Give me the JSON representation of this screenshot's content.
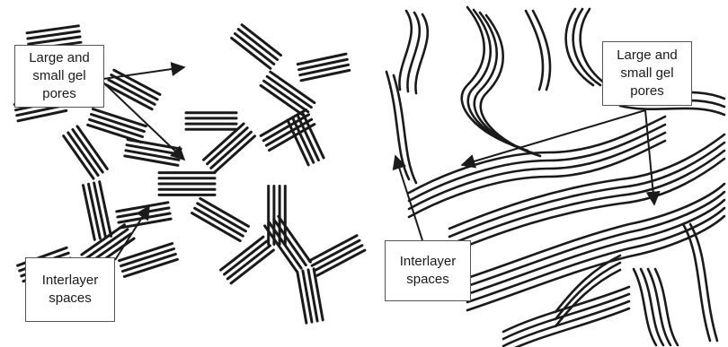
{
  "left_panel": {
    "gel_pores_label": {
      "line1": "Large and",
      "line2": "small gel",
      "line3": "pores"
    },
    "interlayer_label": {
      "line1": "Interlayer",
      "line2": "spaces"
    }
  },
  "right_panel": {
    "gel_pores_label": {
      "line1": "Large and",
      "line2": "small gel",
      "line3": "pores"
    },
    "interlayer_label": {
      "line1": "Interlayer",
      "line2": "spaces"
    }
  },
  "colors": {
    "stroke": "#1a1a1a",
    "background": "#ffffff",
    "box_border": "#555555"
  }
}
